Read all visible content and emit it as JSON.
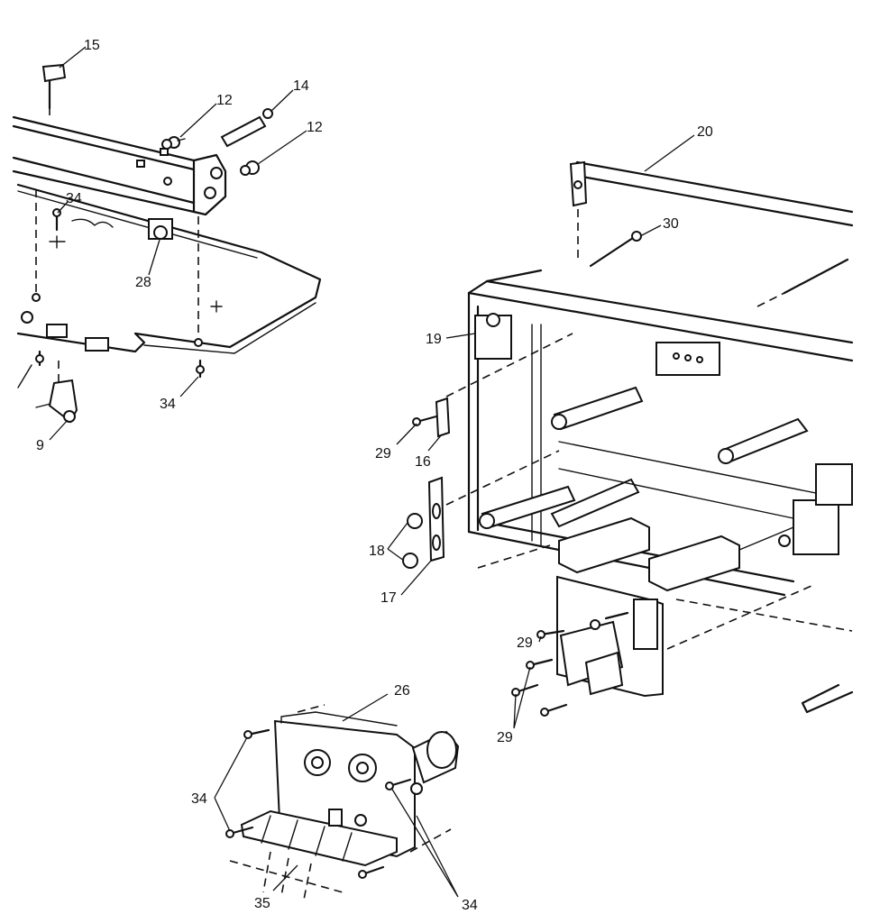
{
  "callouts": {
    "c15": "15",
    "c12a": "12",
    "c14": "14",
    "c12b": "12",
    "c34a": "34",
    "c28": "28",
    "c34b": "34",
    "c9": "9",
    "c20": "20",
    "c30": "30",
    "c19": "19",
    "c29a": "29",
    "c16": "16",
    "c18": "18",
    "c17": "17",
    "c29b": "29",
    "c29c": "29",
    "c26": "26",
    "c34c": "34",
    "c35": "35",
    "c34d": "34"
  }
}
